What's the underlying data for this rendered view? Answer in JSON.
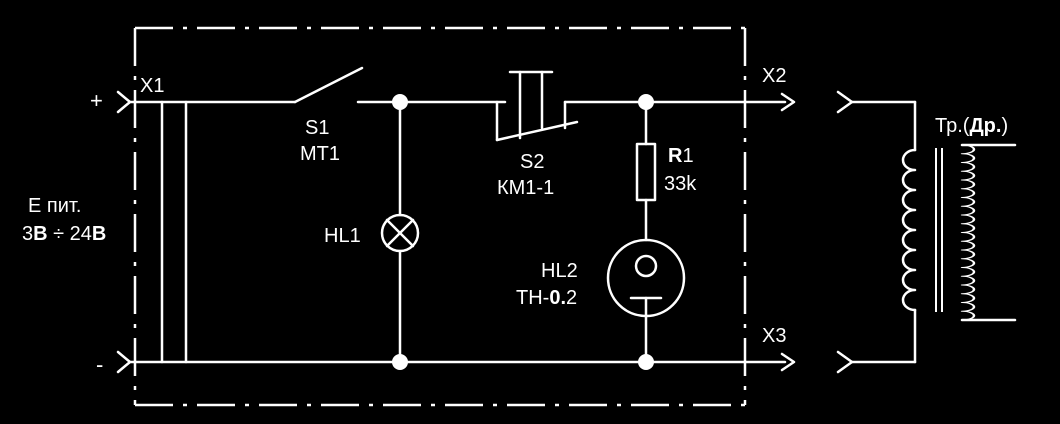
{
  "labels": {
    "x1": "X1",
    "x2": "X2",
    "x3": "X3",
    "plus": "+",
    "minus": "-",
    "supply_line1": "Е пит.",
    "supply_line2_pre": "3",
    "supply_line2_unit1": "В",
    "supply_line2_mid": " ÷ 24",
    "supply_line2_unit2": "В",
    "s1_name": "S1",
    "s1_type": "MT1",
    "s2_name": "S2",
    "s2_type": "КМ1-1",
    "hl1": "HL1",
    "r1_letter": "R",
    "r1_index": "1",
    "r1_value": "33k",
    "hl2_name": "HL2",
    "hl2_type_pre": "ТН-",
    "hl2_type_bold": "0.",
    "hl2_type_post": "2",
    "transformer_pre": "Тр.(",
    "transformer_bold": "Др.",
    "transformer_post": ")"
  },
  "colors": {
    "background": "#000000",
    "foreground": "#ffffff"
  }
}
